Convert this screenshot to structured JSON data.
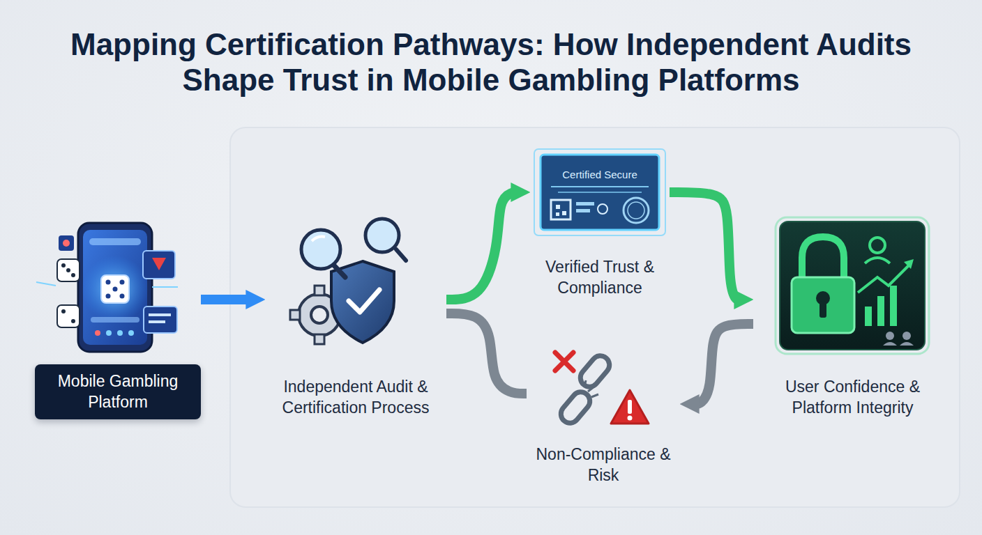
{
  "diagram": {
    "title": "Mapping Certification Pathways: How Independent Audits Shape Trust in Mobile Gambling Platforms",
    "nodes": [
      {
        "text": [
          "Mobile Gambling Platform"
        ]
      },
      {
        "text": [
          "Independent Audit & Certification Process"
        ]
      },
      {
        "text": [
          "Certified Secure",
          "Verified Trust & Compliance"
        ]
      },
      {
        "text": [
          "Non-Compliance & Risk"
        ]
      },
      {
        "text": [
          "User Confidence & Platform Integrity"
        ]
      }
    ],
    "edges": [
      {
        "from": 0,
        "to": 1,
        "arrow": "to"
      },
      {
        "from": 1,
        "to": 2,
        "arrow": "to"
      },
      {
        "from": 2,
        "to": 4,
        "arrow": "to"
      },
      {
        "from": 1,
        "to": 3,
        "arrow": "none"
      },
      {
        "from": 4,
        "to": 3,
        "arrow": "to"
      }
    ]
  }
}
